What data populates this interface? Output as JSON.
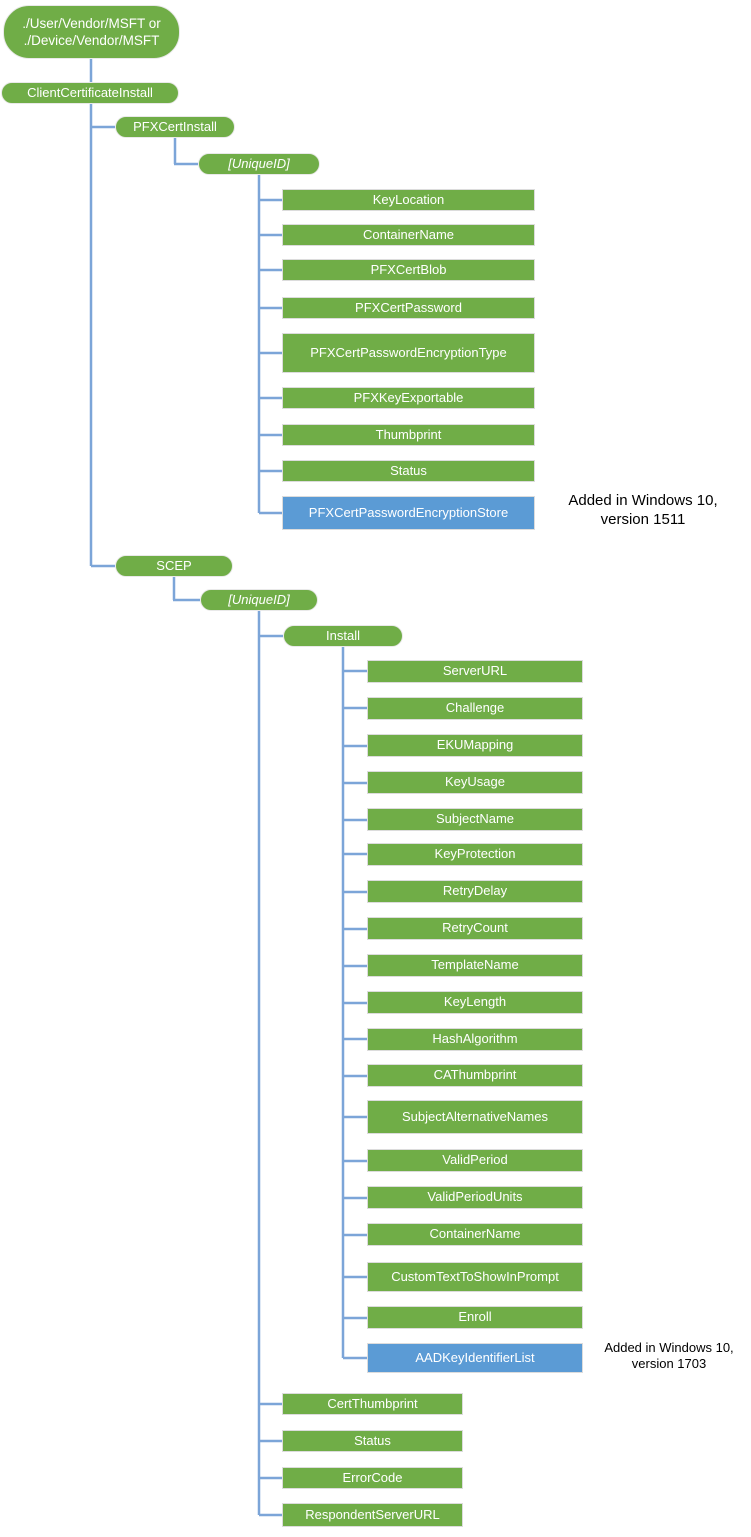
{
  "colors": {
    "node_green": "#70AD47",
    "node_blue": "#5B9BD5",
    "connector": "#7CA5D8",
    "annotation_text": "#000000"
  },
  "nodes": {
    "root": "./User/Vendor/MSFT or\n./Device/Vendor/MSFT",
    "client_certificate_install": "ClientCertificateInstall",
    "pfx_cert_install": "PFXCertInstall",
    "pfx_unique_id": "[UniqueID]",
    "key_location": "KeyLocation",
    "container_name": "ContainerName",
    "pfx_cert_blob": "PFXCertBlob",
    "pfx_cert_password": "PFXCertPassword",
    "pfx_cert_password_encryption_type": "PFXCertPasswordEncryptionType",
    "pfx_key_exportable": "PFXKeyExportable",
    "thumbprint": "Thumbprint",
    "pfx_status": "Status",
    "pfx_cert_password_encryption_store": "PFXCertPasswordEncryptionStore",
    "scep": "SCEP",
    "scep_unique_id": "[UniqueID]",
    "install": "Install",
    "server_url": "ServerURL",
    "challenge": "Challenge",
    "eku_mapping": "EKUMapping",
    "key_usage": "KeyUsage",
    "subject_name": "SubjectName",
    "key_protection": "KeyProtection",
    "retry_delay": "RetryDelay",
    "retry_count": "RetryCount",
    "template_name": "TemplateName",
    "key_length": "KeyLength",
    "hash_algorithm": "HashAlgorithm",
    "ca_thumbprint": "CAThumbprint",
    "subject_alternative_names": "SubjectAlternativeNames",
    "valid_period": "ValidPeriod",
    "valid_period_units": "ValidPeriodUnits",
    "scep_container_name": "ContainerName",
    "custom_text_to_show_in_prompt": "CustomTextToShowInPrompt",
    "enroll": "Enroll",
    "aad_key_identifier_list": "AADKeyIdentifierList",
    "cert_thumbprint": "CertThumbprint",
    "scep_status": "Status",
    "error_code": "ErrorCode",
    "respondent_server_url": "RespondentServerURL"
  },
  "annotations": {
    "added_1511": "Added in Windows 10,\nversion 1511",
    "added_1703": "Added in Windows 10,\nversion 1703"
  }
}
